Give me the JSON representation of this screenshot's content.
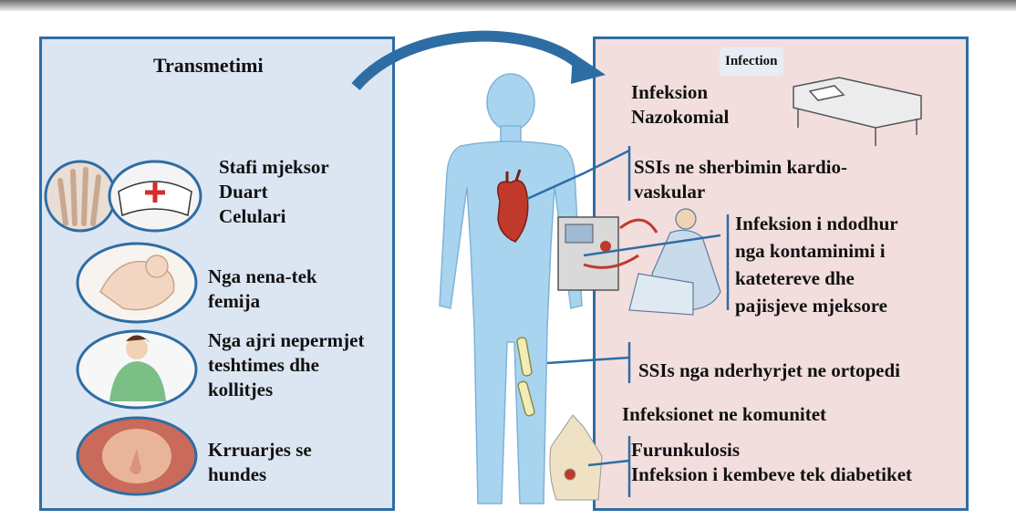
{
  "left_panel": {
    "title": "Transmetimi",
    "items": [
      {
        "lines": [
          "Stafi mjeksor",
          "Duart",
          "Celulari"
        ]
      },
      {
        "lines": [
          "Nga nena-tek",
          "femija"
        ]
      },
      {
        "lines": [
          "Nga ajri nepermjet",
          "teshtimes dhe",
          "kollitjes"
        ]
      },
      {
        "lines": [
          "Krruarjes se",
          "hundes"
        ]
      }
    ]
  },
  "right_panel": {
    "title": "Infection",
    "items": [
      {
        "lines": [
          "Infeksion",
          "Nazokomial"
        ]
      },
      {
        "lines": [
          "SSIs ne sherbimin kardio-",
          "vaskular"
        ]
      },
      {
        "lines": [
          "Infeksion i ndodhur",
          "nga kontaminimi i",
          "katetereve dhe",
          "pajisjeve mjeksore"
        ]
      },
      {
        "lines": [
          "SSIs nga nderhyrjet ne ortopedi"
        ]
      },
      {
        "lines": [
          "Infeksionet ne komunitet"
        ]
      },
      {
        "lines": [
          "Furunkulosis",
          "Infeksion i kembeve tek diabetiket"
        ]
      }
    ]
  },
  "colors": {
    "left_bg": "#dce6f2",
    "right_bg": "#f3dede",
    "border": "#2e6da4",
    "body": "#a9d4ef"
  }
}
